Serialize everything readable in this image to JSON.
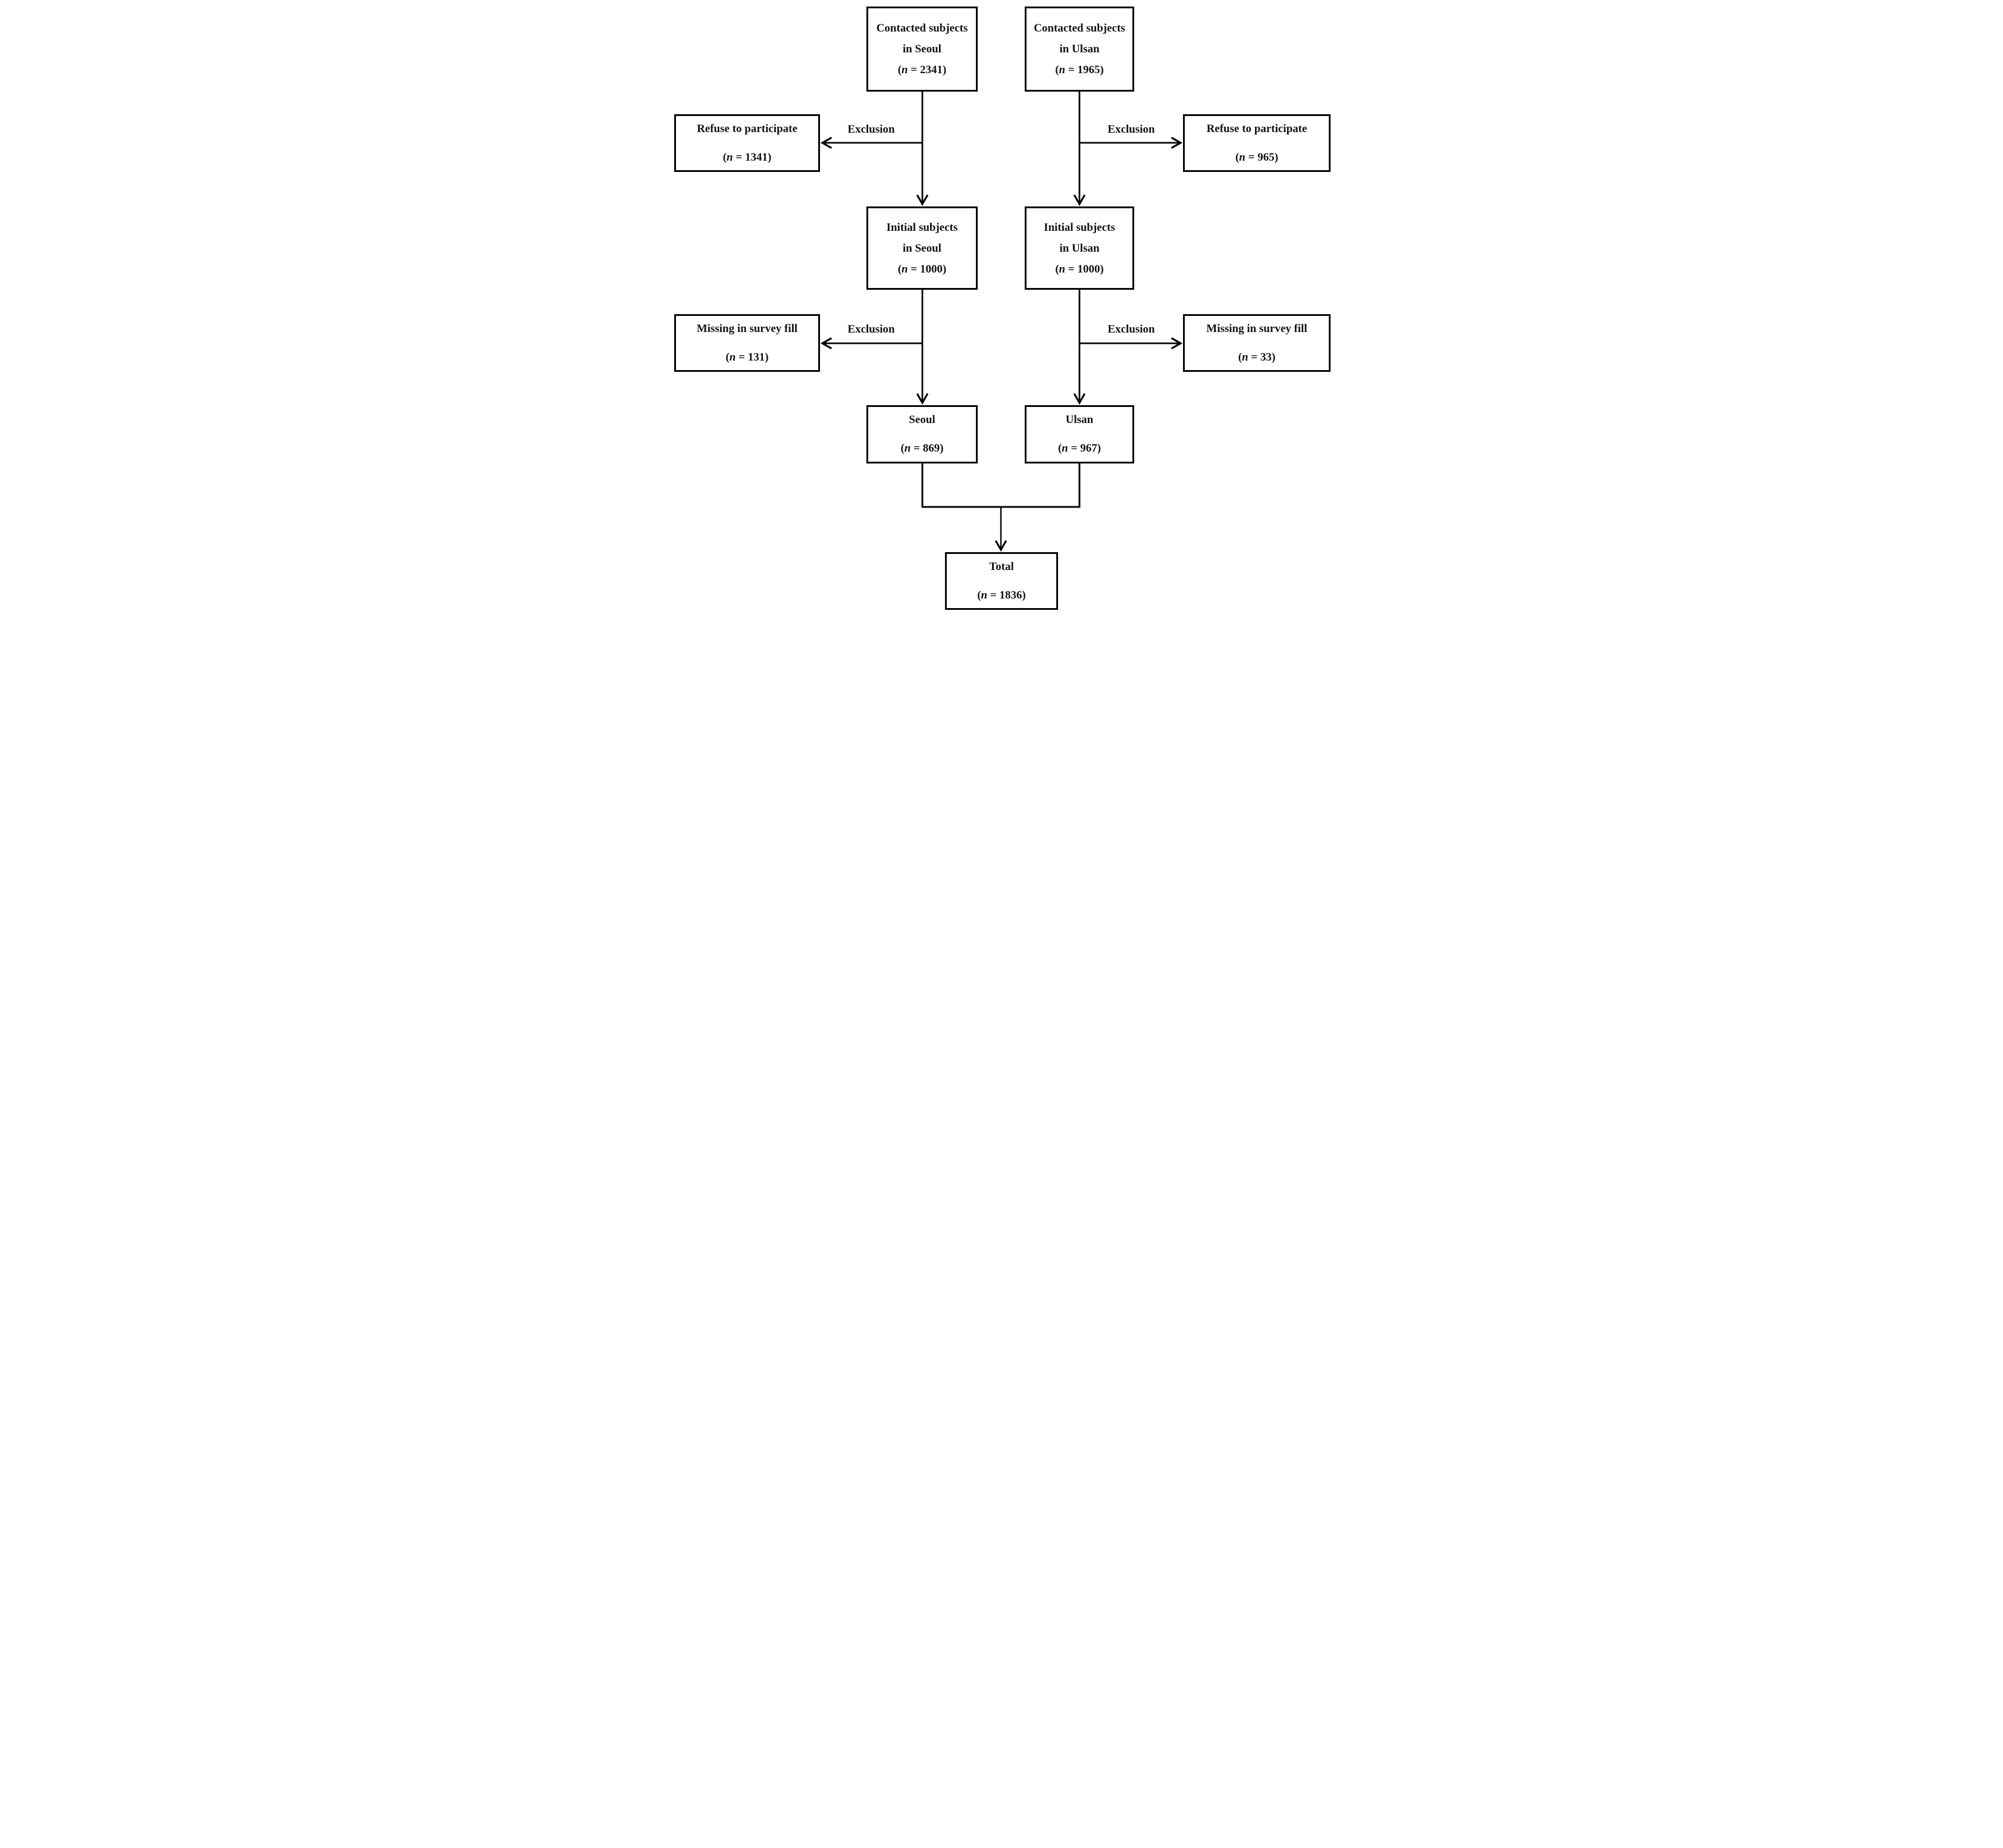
{
  "labels": {
    "exclusion": "Exclusion"
  },
  "tokens": {
    "open_paren": "(",
    "n_symbol": "n",
    "equals": " = ",
    "close_paren": ")"
  },
  "nodes": {
    "contacted_seoul": {
      "line1": "Contacted subjects",
      "line2": "in Seoul",
      "n_value": "2341"
    },
    "contacted_ulsan": {
      "line1": "Contacted subjects",
      "line2": "in Ulsan",
      "n_value": "1965"
    },
    "refuse_seoul": {
      "line1": "Refuse to participate",
      "n_value": "1341"
    },
    "refuse_ulsan": {
      "line1": "Refuse to participate",
      "n_value": "965"
    },
    "initial_seoul": {
      "line1": "Initial subjects",
      "line2": "in Seoul",
      "n_value": "1000"
    },
    "initial_ulsan": {
      "line1": "Initial subjects",
      "line2": "in Ulsan",
      "n_value": "1000"
    },
    "missing_seoul": {
      "line1": "Missing in survey fill",
      "n_value": "131"
    },
    "missing_ulsan": {
      "line1": "Missing in survey fill",
      "n_value": "33"
    },
    "seoul_final": {
      "line1": "Seoul",
      "n_value": "869"
    },
    "ulsan_final": {
      "line1": "Ulsan",
      "n_value": "967"
    },
    "total": {
      "line1": "Total",
      "n_value": "1836"
    }
  },
  "colors": {
    "line": "#050505",
    "text": "#131313",
    "background": "#ffffff"
  }
}
